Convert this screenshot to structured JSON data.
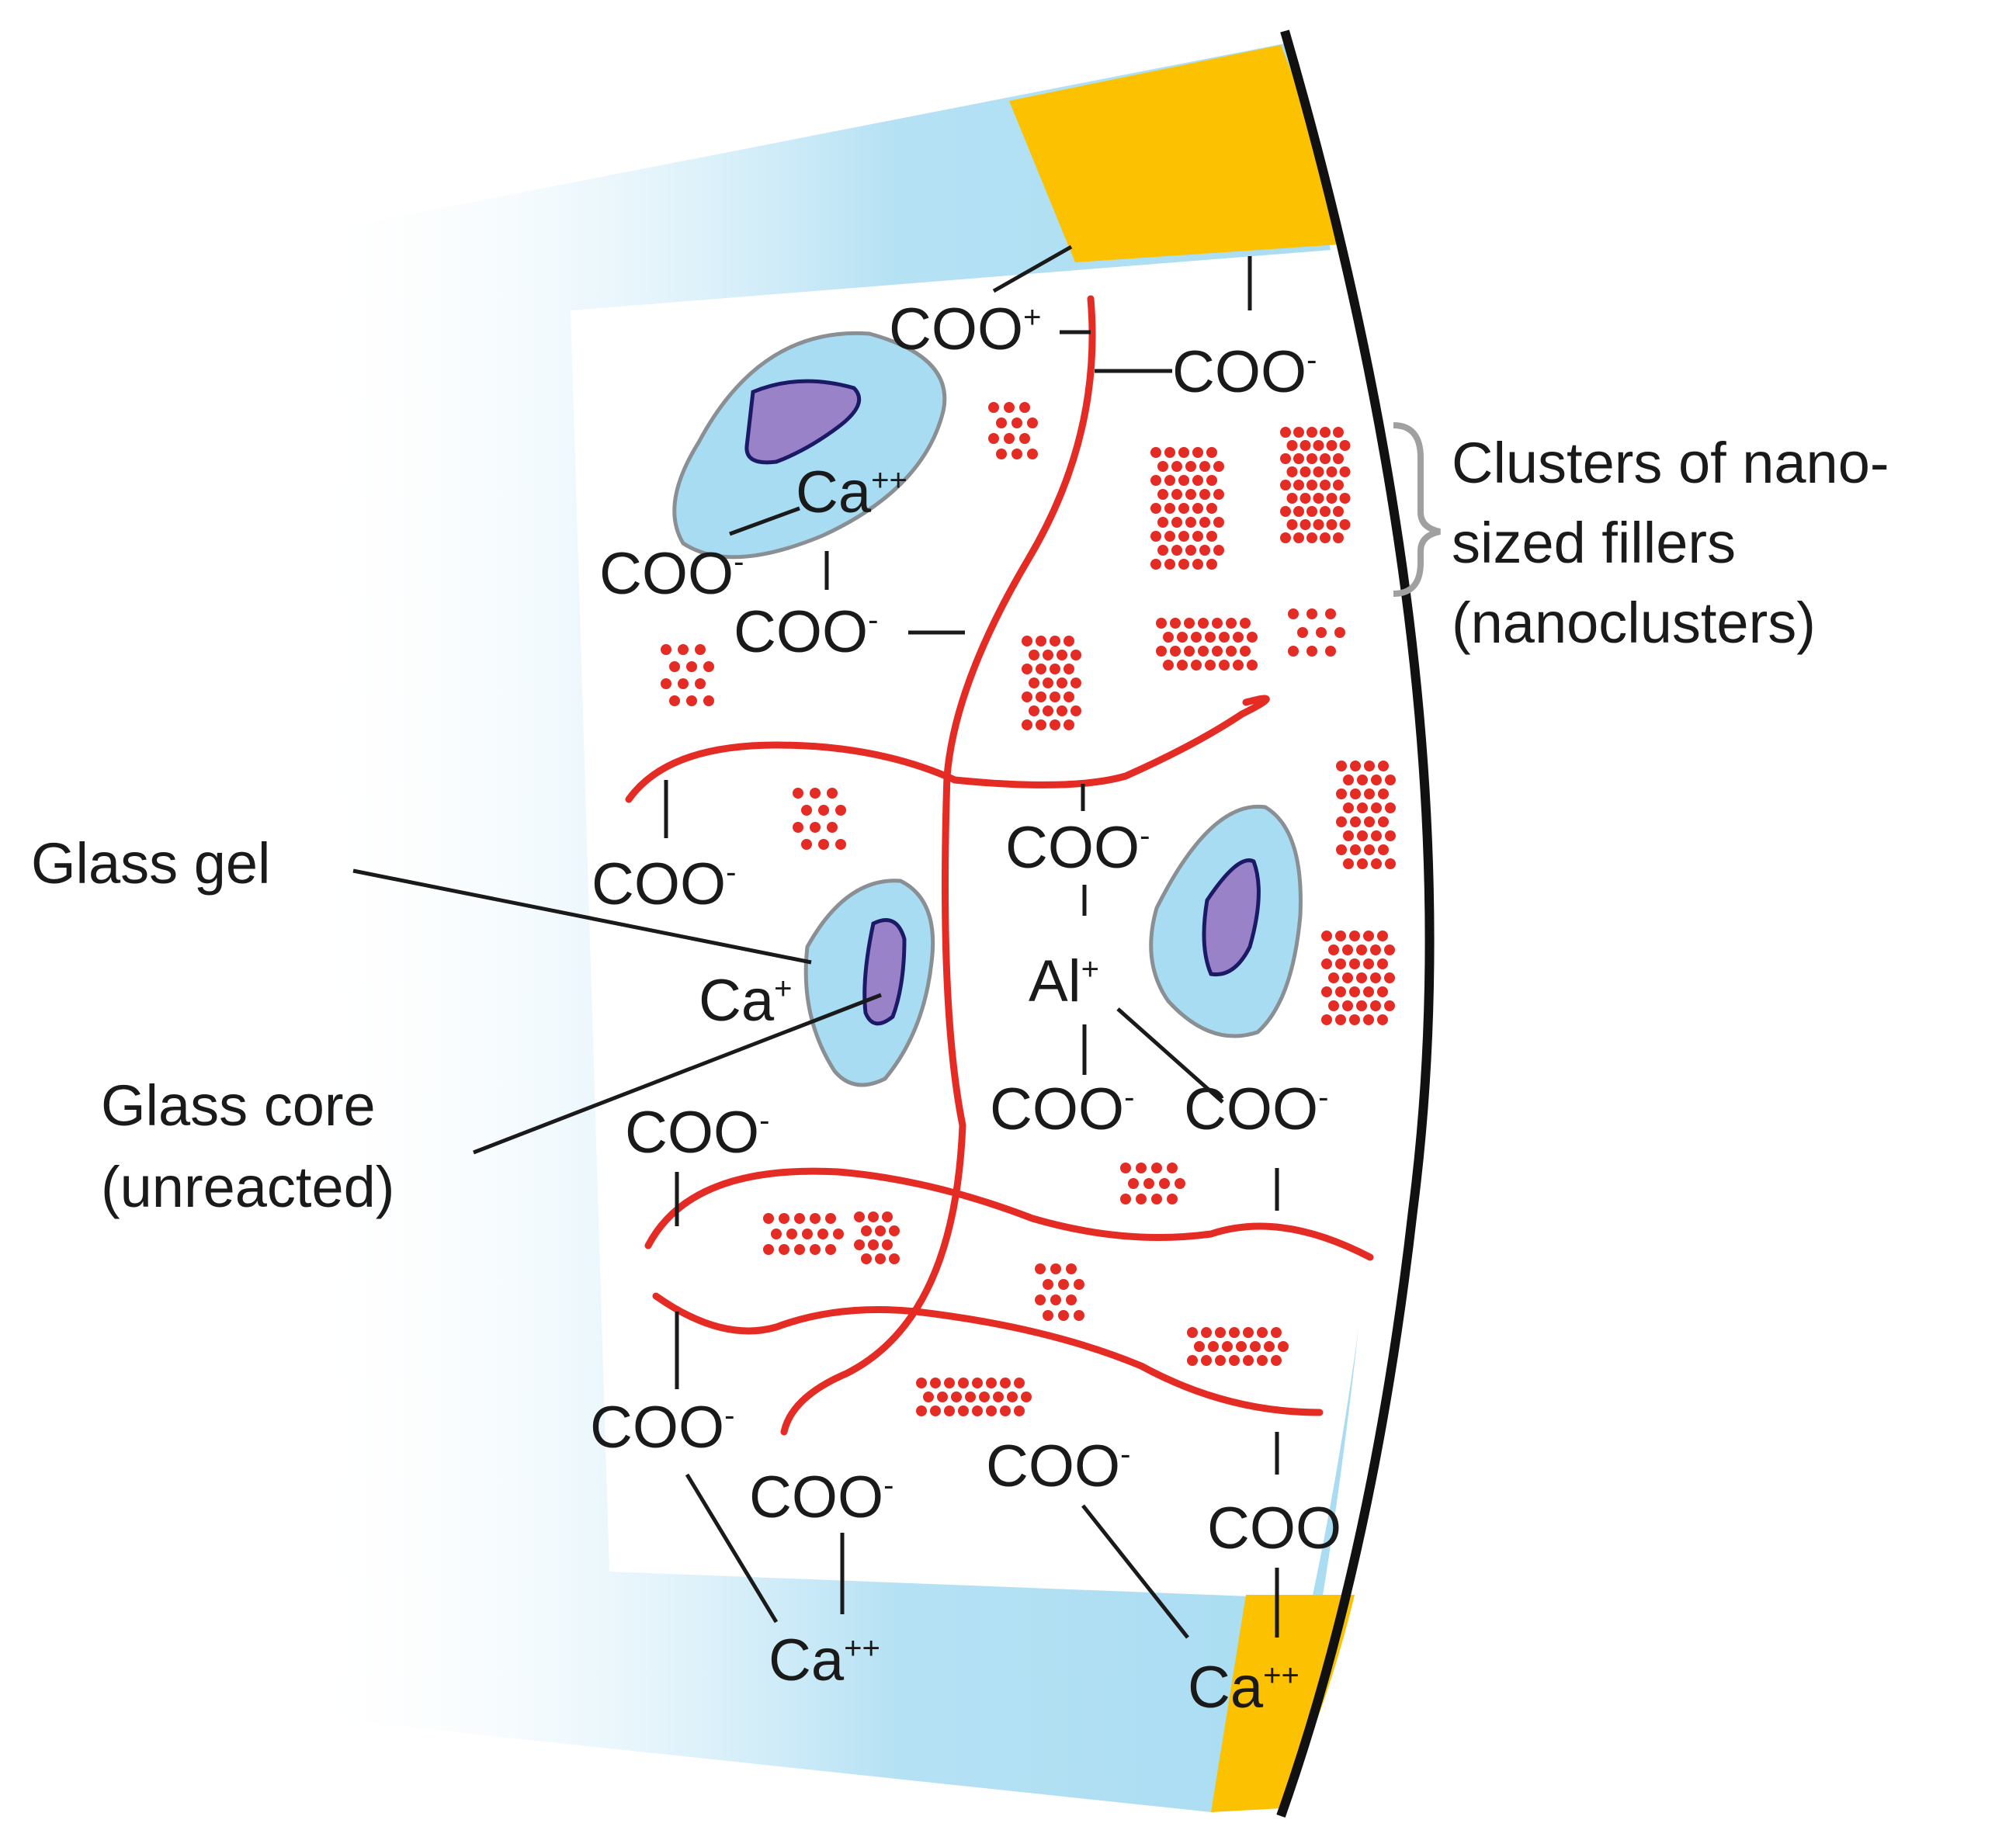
{
  "labels": {
    "glass_gel": "Glass gel",
    "glass_core_line1": "Glass core",
    "glass_core_line2": "(unreacted)",
    "clusters_line1": "Clusters of nano-",
    "clusters_line2": "sized fillers",
    "clusters_line3": "(nanoclusters)"
  },
  "groups": {
    "coo": "COO",
    "minus": "-",
    "plus": "+",
    "plusplus": "++",
    "ca": "Ca",
    "al": "Al"
  },
  "colors": {
    "blue_band": "#a8dcf2",
    "tooth_surface": "#fcc100",
    "polymer_chain": "#e42b24",
    "glass_gel": "#a8dcf2",
    "glass_core": "#9a82c8",
    "outline": "#1a1a1a"
  }
}
